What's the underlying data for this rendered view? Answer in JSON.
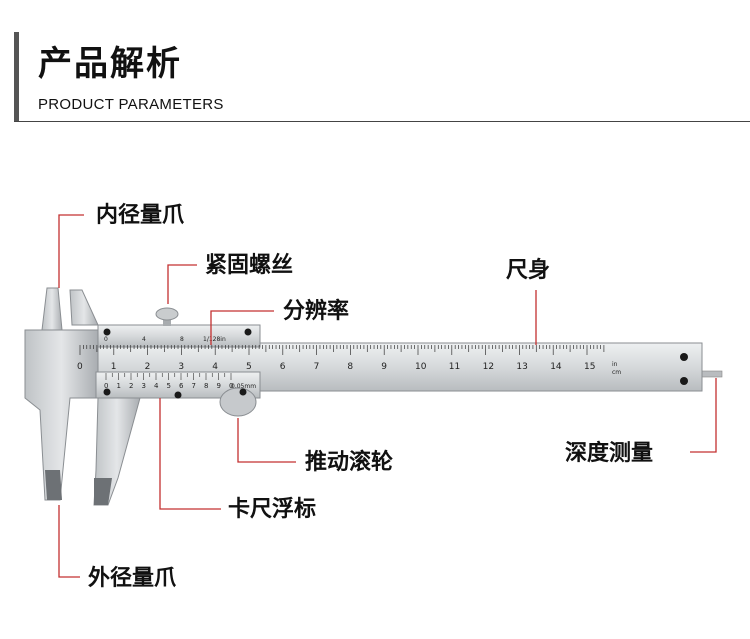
{
  "header": {
    "title": "产品解析",
    "subtitle": "PRODUCT PARAMETERS"
  },
  "labels": {
    "inner_jaw": "内径量爪",
    "lock_screw": "紧固螺丝",
    "resolution": "分辨率",
    "main_scale": "尺身",
    "depth": "深度测量",
    "thumb_wheel": "推动滚轮",
    "vernier": "卡尺浮标",
    "outer_jaw": "外径量爪"
  },
  "ruler": {
    "cm_ticks": [
      "0",
      "1",
      "2",
      "3",
      "4",
      "5",
      "6",
      "7",
      "8",
      "9",
      "10",
      "11",
      "12",
      "13",
      "14",
      "15"
    ],
    "vernier_ticks": [
      "0",
      "1",
      "2",
      "3",
      "4",
      "5",
      "6",
      "7",
      "8",
      "9",
      "0"
    ],
    "vernier_unit": "0.05mm",
    "vernier_top_marks": [
      "0",
      "4",
      "8"
    ],
    "resolution_mark": "1/128in",
    "unit_in": "in",
    "unit_cm": "cm"
  },
  "colors": {
    "leader_line": "#c43030",
    "metal_light": "#d9dbdd",
    "metal_dark": "#9ea2a6"
  }
}
